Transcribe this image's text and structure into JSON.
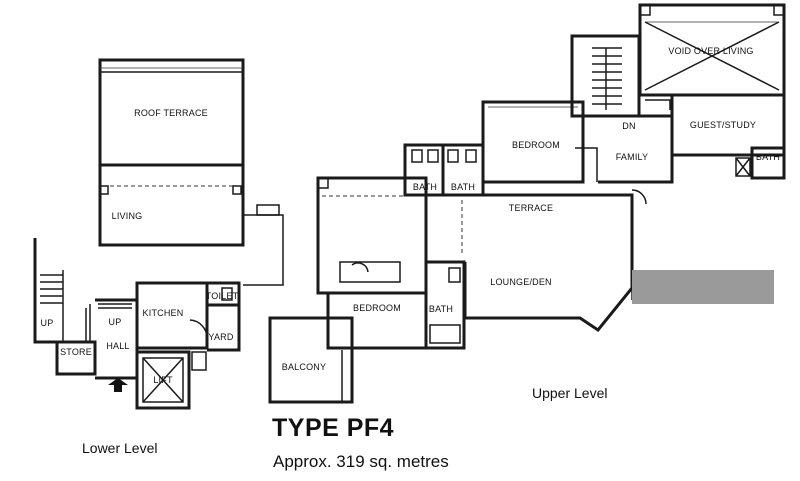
{
  "plan": {
    "title": "TYPE PF4",
    "area": "Approx. 319 sq. metres",
    "lower_level": "Lower Level",
    "upper_level": "Upper Level",
    "rooms": {
      "roof_terrace": "ROOF TERRACE",
      "living": "LIVING",
      "up_stair": "UP",
      "up_hall": "UP",
      "store": "STORE",
      "hall": "HALL",
      "kitchen": "KITCHEN",
      "toilet": "TOILET",
      "yard": "YARD",
      "lift": "LIFT",
      "balcony": "BALCONY",
      "bedroom_lower": "BEDROOM",
      "bath_lower": "BATH",
      "bath_upper_1": "BATH",
      "bath_upper_2": "BATH",
      "bedroom_upper": "BEDROOM",
      "terrace": "TERRACE",
      "lounge": "LOUNGE/DEN",
      "dn": "DN",
      "family": "FAMILY",
      "void": "VOID OVER LIVING",
      "guest_study": "GUEST/STUDY",
      "bath_guest": "BATH"
    }
  }
}
